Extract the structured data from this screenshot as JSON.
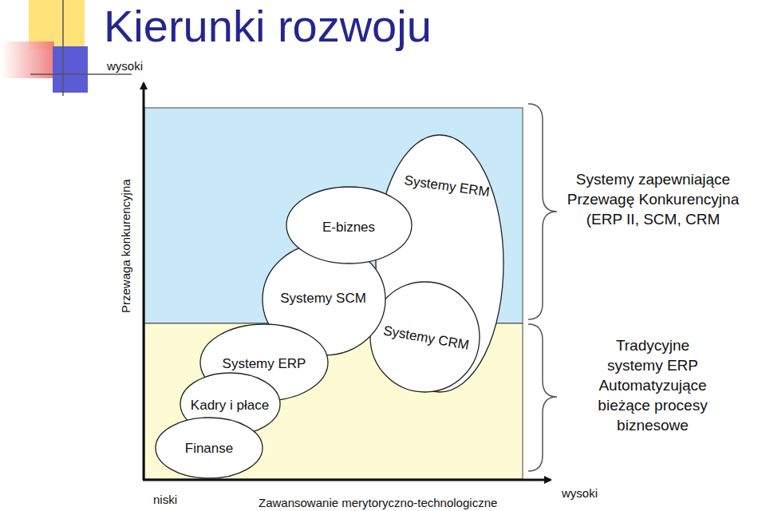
{
  "diagram": {
    "title": "Kierunki rozwoju",
    "nodes": [
      {
        "text": [
          "Finanse"
        ]
      },
      {
        "text": [
          "Kadry i płace"
        ]
      },
      {
        "text": [
          "Systemy ERP"
        ]
      },
      {
        "text": [
          "Systemy SCM"
        ]
      },
      {
        "text": [
          "E-biznes"
        ]
      },
      {
        "text": [
          "Systemy ERM"
        ]
      },
      {
        "text": [
          "Systemy CRM"
        ],
        "in": 5
      }
    ],
    "labels": [
      "wysoki",
      "Przewaga konkurencyjna",
      "niski",
      "Zawansowanie merytoryczno-technologiczne",
      "wysoki",
      "Systemy zapewniające Przewagę Konkurencyjna (ERP II, SCM, CRM",
      "Tradycyjne systemy ERP Automatyzujące bieżące procesy biznesowe"
    ]
  }
}
